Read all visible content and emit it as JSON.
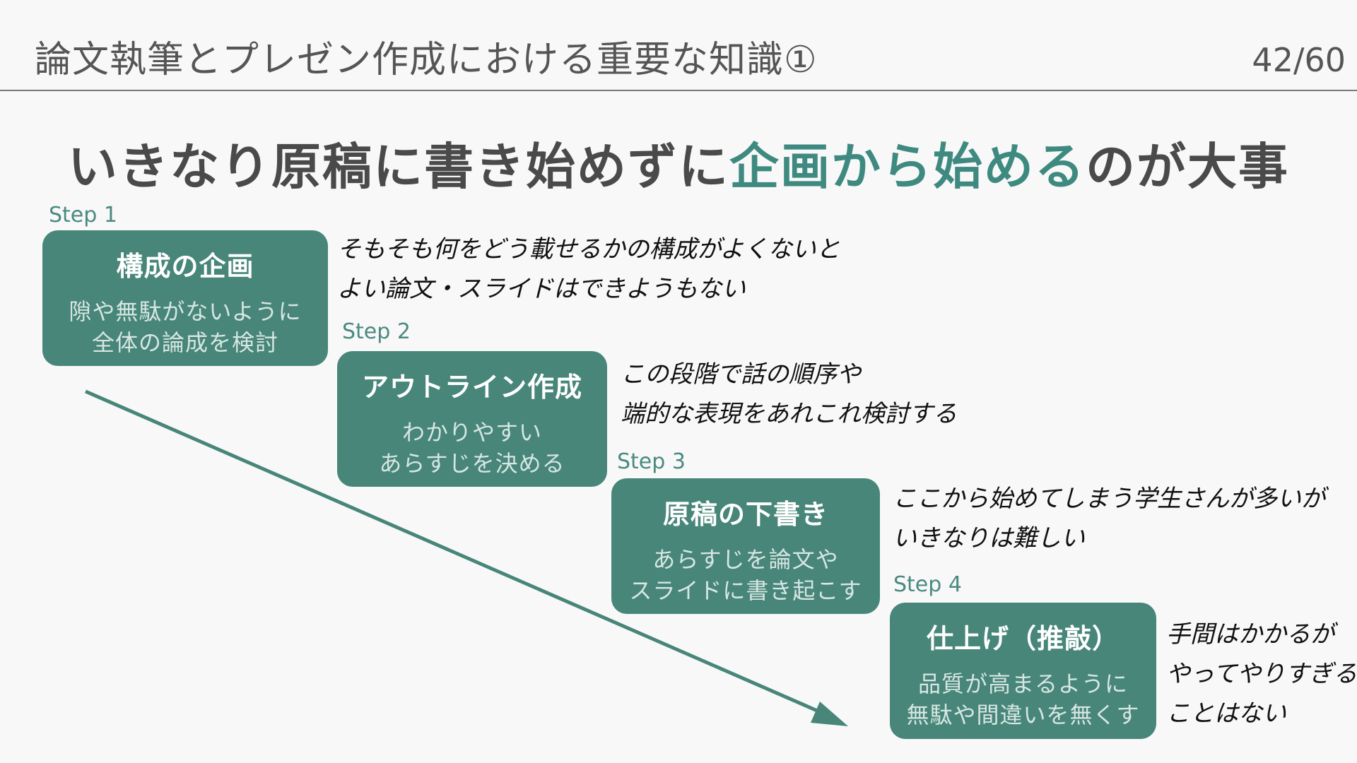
{
  "header": {
    "title": "論文執筆とプレゼン作成における重要な知識①",
    "page": "42/60"
  },
  "headline": {
    "part1": "いきなり原稿に書き始めずに",
    "highlight": "企画から始める",
    "part2": "のが大事"
  },
  "steps": [
    {
      "label": "Step 1",
      "title": "構成の企画",
      "desc": [
        "隙や無駄がないように",
        "全体の論成を検討"
      ],
      "note": [
        "そもそも何をどう載せるかの構成がよくないと",
        "よい論文・スライドはできようもない"
      ]
    },
    {
      "label": "Step 2",
      "title": "アウトライン作成",
      "desc": [
        "わかりやすい",
        "あらすじを決める"
      ],
      "note": [
        "この段階で話の順序や",
        "端的な表現をあれこれ検討する"
      ]
    },
    {
      "label": "Step 3",
      "title": "原稿の下書き",
      "desc": [
        "あらすじを論文や",
        "スライドに書き起こす"
      ],
      "note": [
        "ここから始めてしまう学生さんが多いが",
        "いきなりは難しい"
      ]
    },
    {
      "label": "Step 4",
      "title": "仕上げ（推敲）",
      "desc": [
        "品質が高まるように",
        "無駄や間違いを無くす"
      ],
      "note": [
        "手間はかかるが",
        "やってやりすぎる",
        "ことはない"
      ]
    }
  ],
  "colors": {
    "accent": "#478679",
    "headline_highlight": "#3f8a80",
    "arrow": "#478679"
  }
}
